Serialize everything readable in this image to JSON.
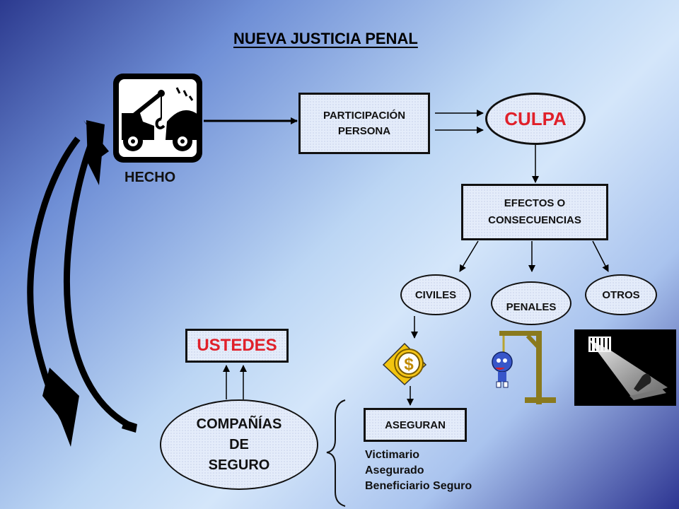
{
  "title": "NUEVA JUSTICIA PENAL",
  "hecho": {
    "label": "HECHO",
    "icon": "tow-truck-icon"
  },
  "participacion": {
    "line1": "PARTICIPACIÓN",
    "line2": "PERSONA"
  },
  "culpa": {
    "label": "CULPA"
  },
  "efectos": {
    "line1": "EFECTOS O",
    "line2": "CONSECUENCIAS"
  },
  "consequences": {
    "civiles": "CIVILES",
    "penales": "PENALES",
    "otros": "OTROS"
  },
  "ustedes": {
    "label": "USTEDES"
  },
  "companias": {
    "line1": "COMPAÑÍAS",
    "line2": "DE",
    "line3": "SEGURO"
  },
  "aseguran": {
    "label": "ASEGURAN"
  },
  "parties": [
    "Victimario",
    "Asegurado",
    "Beneficiario Seguro"
  ],
  "colors": {
    "accent_red": "#e0202a",
    "dollar_yellow": "#f2c40f",
    "gallows": "#8a7a1e"
  }
}
